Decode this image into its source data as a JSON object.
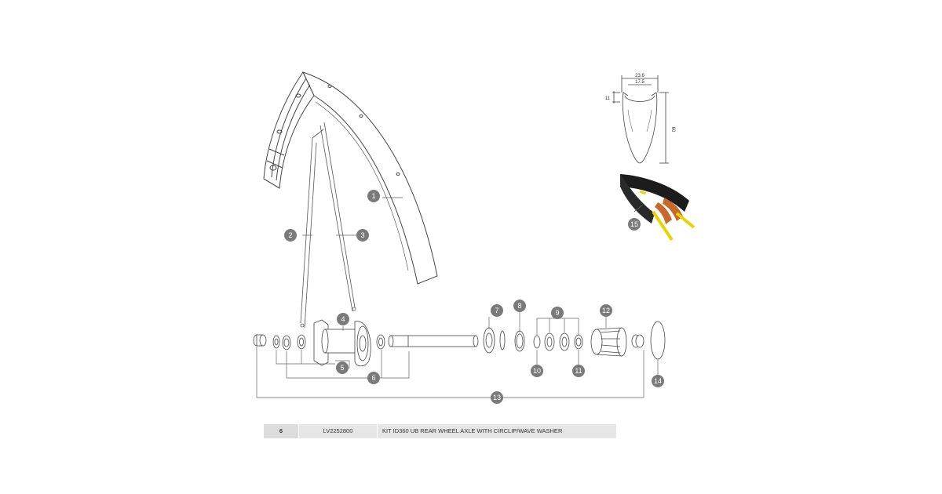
{
  "callouts": [
    "1",
    "2",
    "3",
    "4",
    "5",
    "6",
    "7",
    "8",
    "9",
    "10",
    "11",
    "12",
    "13",
    "14",
    "15"
  ],
  "rim_profile": {
    "outer_width": "23.6",
    "inner_width": "17.5",
    "hook_height": "11",
    "rim_depth": "60"
  },
  "parts_table": {
    "rows": [
      {
        "item": "6",
        "reference": "LV2252800",
        "description": "KIT ID360 UB REAR WHEEL AXLE WITH CIRCLIP/WAVE WASHER"
      }
    ]
  },
  "colors": {
    "callout_fill": "#7a7a7a",
    "line": "#555555",
    "table_bg": "#e6e6e6",
    "tire_body": "#1c1c1c",
    "tire_orange": "#c8692a",
    "valve_yellow": "#e8d400"
  }
}
